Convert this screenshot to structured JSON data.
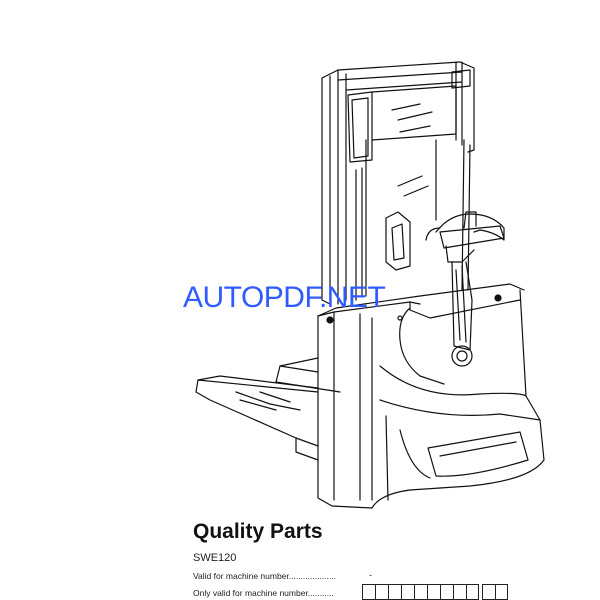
{
  "watermark": "AUTOPDF.NET",
  "document": {
    "title": "Quality Parts",
    "model": "SWE120",
    "valid_label": "Valid for machine number....................",
    "valid_value": "-",
    "only_valid_label": "Only valid for machine number..........."
  },
  "illustration": {
    "icon": "pallet-stacker-drawing"
  },
  "colors": {
    "watermark": "#2f5bff",
    "text": "#111111"
  }
}
